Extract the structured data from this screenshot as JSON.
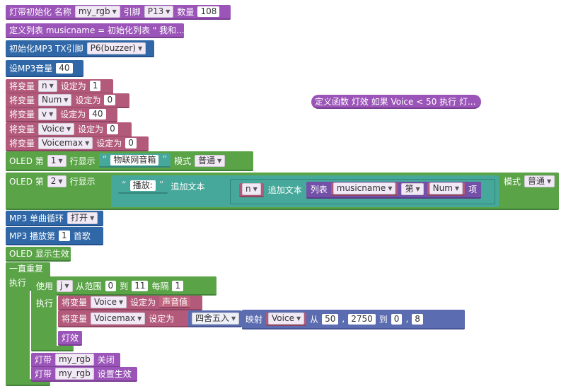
{
  "init": {
    "label": "灯带初始化 名称",
    "name": "my_rgb",
    "pin_label": "引脚",
    "pin": "P13",
    "count_label": "数量",
    "count": "108"
  },
  "def_list": {
    "label": "定义列表 musicname = 初始化列表 \" 我和..."
  },
  "mp3_init": {
    "label": "初始化MP3 TX引脚",
    "pin": "P6(buzzer)"
  },
  "mp3_vol": {
    "label": "设MP3音量",
    "value": "40"
  },
  "vars": [
    {
      "label": "将变量",
      "name": "n",
      "assign": "设定为",
      "value": "1"
    },
    {
      "label": "将变量",
      "name": "Num",
      "assign": "设定为",
      "value": "0"
    },
    {
      "label": "将变量",
      "name": "v",
      "assign": "设定为",
      "value": "40"
    },
    {
      "label": "将变量",
      "name": "Voice",
      "assign": "设定为",
      "value": "0"
    },
    {
      "label": "将变量",
      "name": "Voicemax",
      "assign": "设定为",
      "value": "0"
    }
  ],
  "func_def": {
    "label": "定义函数 灯效 如果 Voice < 50 执行 灯..."
  },
  "oled1": {
    "label": "OLED 第",
    "row": "1",
    "show": "行显示",
    "text": "物联网音箱",
    "mode_label": "模式",
    "mode": "普通"
  },
  "oled2": {
    "label": "OLED 第",
    "row": "2",
    "show": "行显示",
    "text": "播放:",
    "append1": "追加文本",
    "var": "n",
    "append2": "追加文本",
    "list_label": "列表",
    "list": "musicname",
    "nth": "第",
    "idx": "Num",
    "item": "项",
    "mode_label": "模式",
    "mode": "普通"
  },
  "mp3_loop": {
    "label": "MP3 单曲循环",
    "value": "打开"
  },
  "mp3_play": {
    "label": "MP3 播放第",
    "value": "1",
    "suffix": "首歌"
  },
  "oled_show": {
    "label": "OLED 显示生效"
  },
  "forever": {
    "label": "一直重复",
    "do": "执行"
  },
  "for_loop": {
    "use": "使用",
    "var": "j",
    "from": "从范围",
    "start": "0",
    "to": "到",
    "end": "11",
    "step_label": "每隔",
    "step": "1",
    "do": "执行"
  },
  "set_voice": {
    "label": "将变量",
    "name": "Voice",
    "assign": "设定为",
    "sensor": "声音值"
  },
  "set_vmax": {
    "label": "将变量",
    "name": "Voicemax",
    "assign": "设定为",
    "round": "四舍五入",
    "map": "映射",
    "src": "Voice",
    "from": "从",
    "a": "50",
    "b": "2750",
    "to": "到",
    "c": "0",
    "d": "8"
  },
  "effect": {
    "label": "灯效"
  },
  "strip_off": {
    "label": "灯带",
    "name": "my_rgb",
    "action": "关闭"
  },
  "strip_show": {
    "label": "灯带",
    "name": "my_rgb",
    "action": "设置生效"
  }
}
